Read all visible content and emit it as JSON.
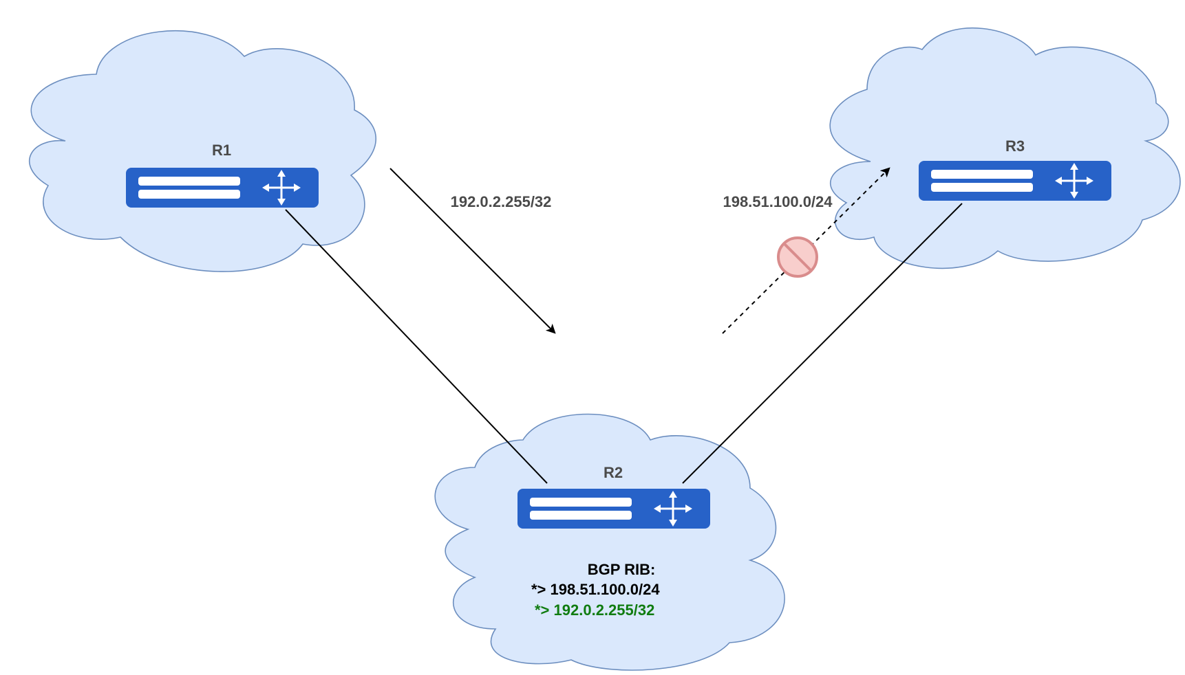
{
  "colors": {
    "cloud_fill": "#dae8fc",
    "cloud_stroke": "#6c8ebf",
    "router_fill": "#2762c8",
    "router_bar": "#ffffff",
    "line": "#000000",
    "rib_entry_default": "#000000",
    "rib_entry_highlight": "#107c10",
    "prohibited_ring": "#d98c8c",
    "prohibited_fill": "#f8cecc"
  },
  "routers": {
    "r1": {
      "label": "R1"
    },
    "r2": {
      "label": "R2"
    },
    "r3": {
      "label": "R3"
    }
  },
  "advertisements": {
    "r1_to_r2": {
      "prefix": "192.0.2.255/32",
      "style": "solid"
    },
    "r2_to_r3": {
      "prefix": "198.51.100.0/24",
      "style": "dashed",
      "blocked": true,
      "blocked_icon": "prohibited-icon"
    }
  },
  "rib": {
    "title": "BGP RIB:",
    "entries": [
      {
        "text": "*> 198.51.100.0/24",
        "color": "#000000"
      },
      {
        "text": "*> 192.0.2.255/32",
        "color": "#107c10"
      }
    ]
  },
  "icons": {
    "router": "router-arrows-icon",
    "blocked": "prohibited-icon"
  }
}
